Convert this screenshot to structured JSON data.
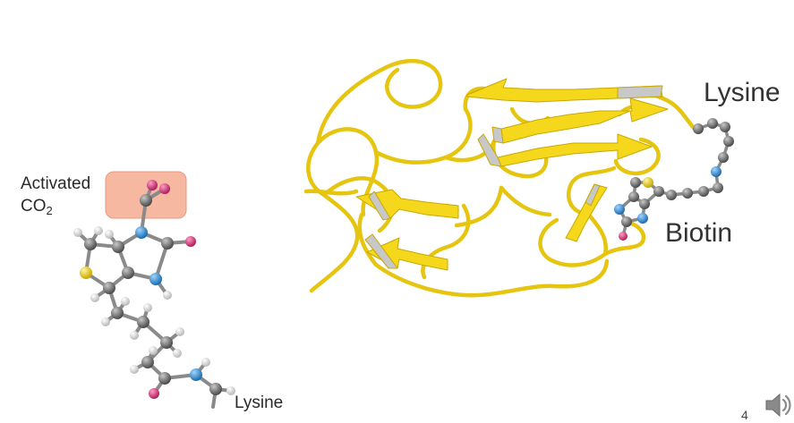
{
  "labels": {
    "activated_co2_line1": "Activated",
    "activated_co2_base": "CO",
    "activated_co2_subscript": "2",
    "lysine_small": "Lysine",
    "lysine_large": "Lysine",
    "biotin": "Biotin",
    "page_number": "4"
  },
  "icons": {
    "speaker": "speaker-icon"
  },
  "colors": {
    "ribbon": "#f5d81c",
    "ribbon_edge": "#c9a800",
    "sheet_underside": "#c8c8c8",
    "carbon": "#6e6e6e",
    "nitrogen": "#2e8fd6",
    "oxygen": "#d8357a",
    "sulfur": "#f0d82a",
    "hydrogen": "#f2f2f2",
    "co2_highlight": "#f6b8a0"
  }
}
